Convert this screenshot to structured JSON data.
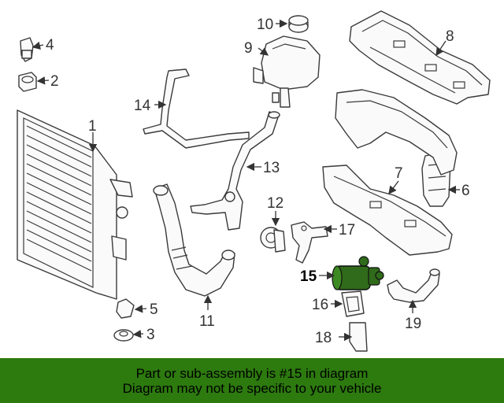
{
  "callouts": {
    "c1": "1",
    "c2": "2",
    "c3": "3",
    "c4": "4",
    "c5": "5",
    "c6": "6",
    "c7": "7",
    "c8": "8",
    "c9": "9",
    "c10": "10",
    "c11": "11",
    "c12": "12",
    "c13": "13",
    "c14": "14",
    "c15": "15",
    "c16": "16",
    "c17": "17",
    "c18": "18",
    "c19": "19"
  },
  "highlight_color": "#2f6b1a",
  "banner": {
    "line1": "Part or sub-assembly is #15 in diagram",
    "line2": "Diagram may not be specific to your vehicle",
    "color": "#2d7a0f"
  }
}
